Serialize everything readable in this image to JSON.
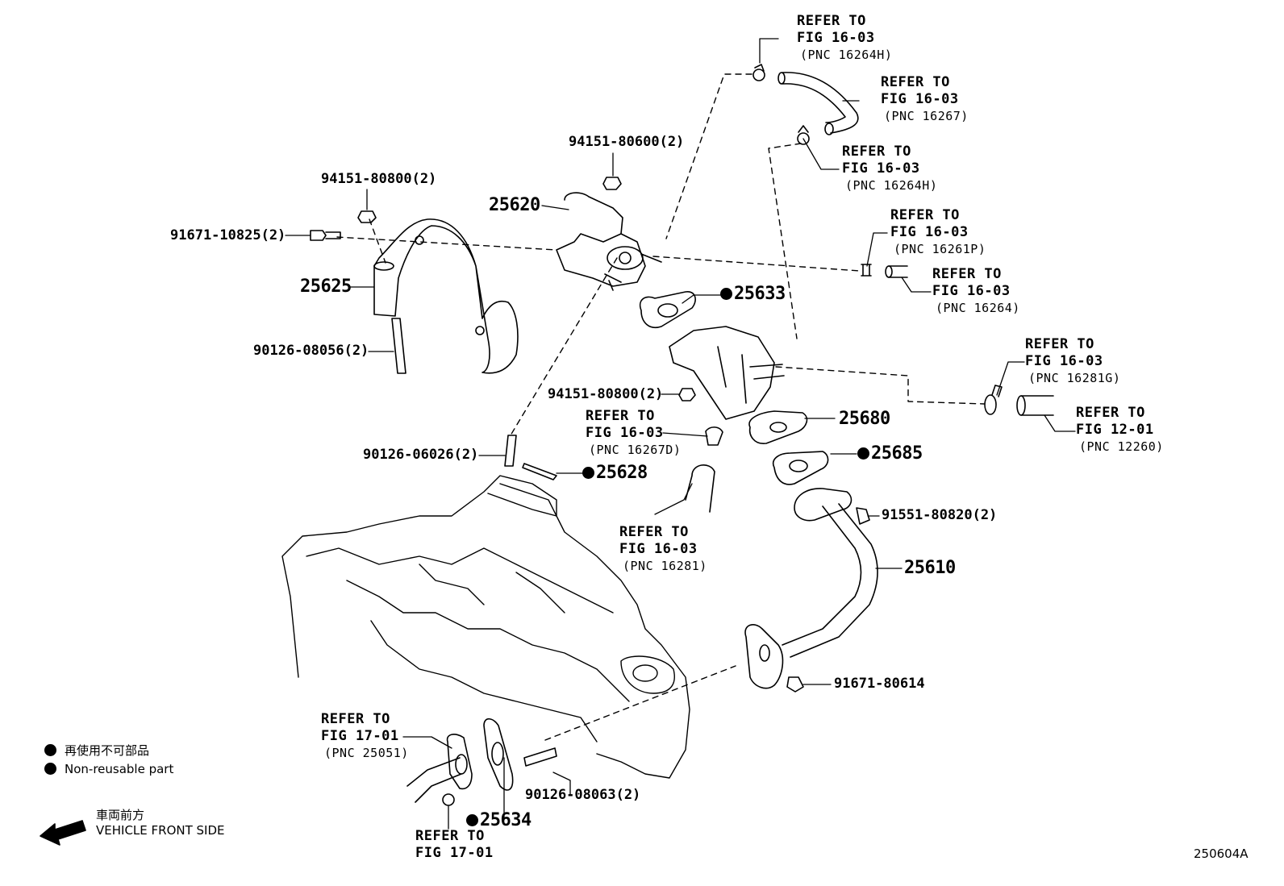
{
  "callouts": {
    "c16264h_top": {
      "l1": "REFER TO",
      "l2": "FIG 16-03",
      "l3": "(PNC 16264H)"
    },
    "c16267": {
      "l1": "REFER TO",
      "l2": "FIG 16-03",
      "l3": "(PNC 16267)"
    },
    "c16264h_mid": {
      "l1": "REFER TO",
      "l2": "FIG 16-03",
      "l3": "(PNC 16264H)"
    },
    "c16261p": {
      "l1": "REFER TO",
      "l2": "FIG 16-03",
      "l3": "(PNC 16261P)"
    },
    "c16264": {
      "l1": "REFER TO",
      "l2": "FIG 16-03",
      "l3": "(PNC 16264)"
    },
    "c16281g": {
      "l1": "REFER TO",
      "l2": "FIG 16-03",
      "l3": "(PNC 16281G)"
    },
    "c12260": {
      "l1": "REFER TO",
      "l2": "FIG 12-01",
      "l3": "(PNC 12260)"
    },
    "c16267d": {
      "l1": "REFER TO",
      "l2": "FIG 16-03",
      "l3": "(PNC 16267D)"
    },
    "c16281": {
      "l1": "REFER TO",
      "l2": "FIG 16-03",
      "l3": "(PNC 16281)"
    },
    "c25051": {
      "l1": "REFER TO",
      "l2": "FIG 17-01",
      "l3": "(PNC 25051)"
    },
    "c1701": {
      "l1": "REFER TO",
      "l2": "FIG 17-01"
    }
  },
  "parts": {
    "p94151_80600": "94151-80600(2)",
    "p25620": "25620",
    "p94151_80800_top": "94151-80800(2)",
    "p91671_10825": "91671-10825(2)",
    "p25625": "25625",
    "p90126_08056": "90126-08056(2)",
    "p25633": "25633",
    "p94151_80800_mid": "94151-80800(2)",
    "p25680": "25680",
    "p25685": "25685",
    "p90126_06026": "90126-06026(2)",
    "p25628": "25628",
    "p91551_80820": "91551-80820(2)",
    "p25610": "25610",
    "p91671_80614": "91671-80614",
    "p90126_08063": "90126-08063(2)",
    "p25634": "25634"
  },
  "legend": {
    "non_reusable_jp": "再使用不可部品",
    "non_reusable_en": "Non-reusable part",
    "front_jp": "車両前方",
    "front_en": "VEHICLE FRONT SIDE"
  },
  "figure_id": "250604A"
}
